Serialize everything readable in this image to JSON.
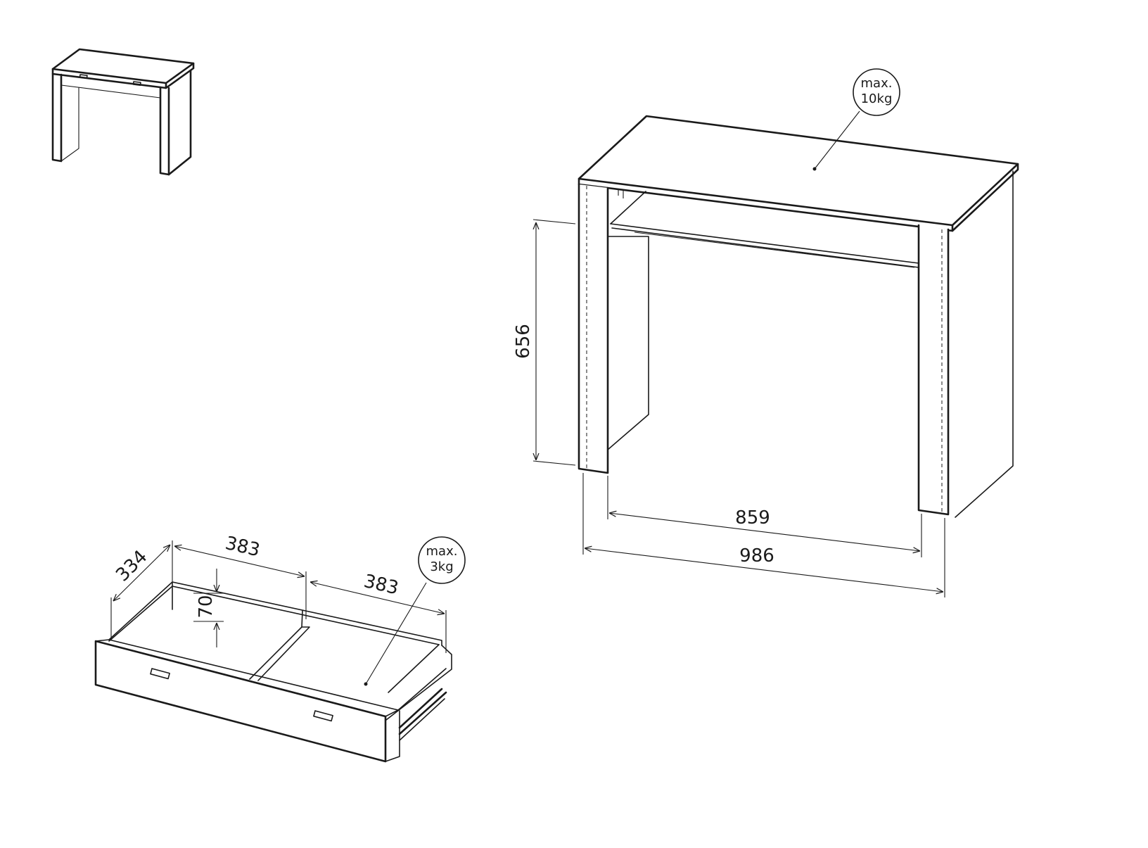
{
  "desk": {
    "height_label": "656",
    "inner_width_label": "859",
    "outer_width_label": "986",
    "load": {
      "line1": "max.",
      "line2": "10kg"
    }
  },
  "drawer": {
    "depth_label": "334",
    "left_compartment_label": "383",
    "right_compartment_label": "383",
    "height_label": "70",
    "load": {
      "line1": "max.",
      "line2": "3kg"
    }
  },
  "colors": {
    "line": "#1a1a1a",
    "background": "#ffffff"
  }
}
